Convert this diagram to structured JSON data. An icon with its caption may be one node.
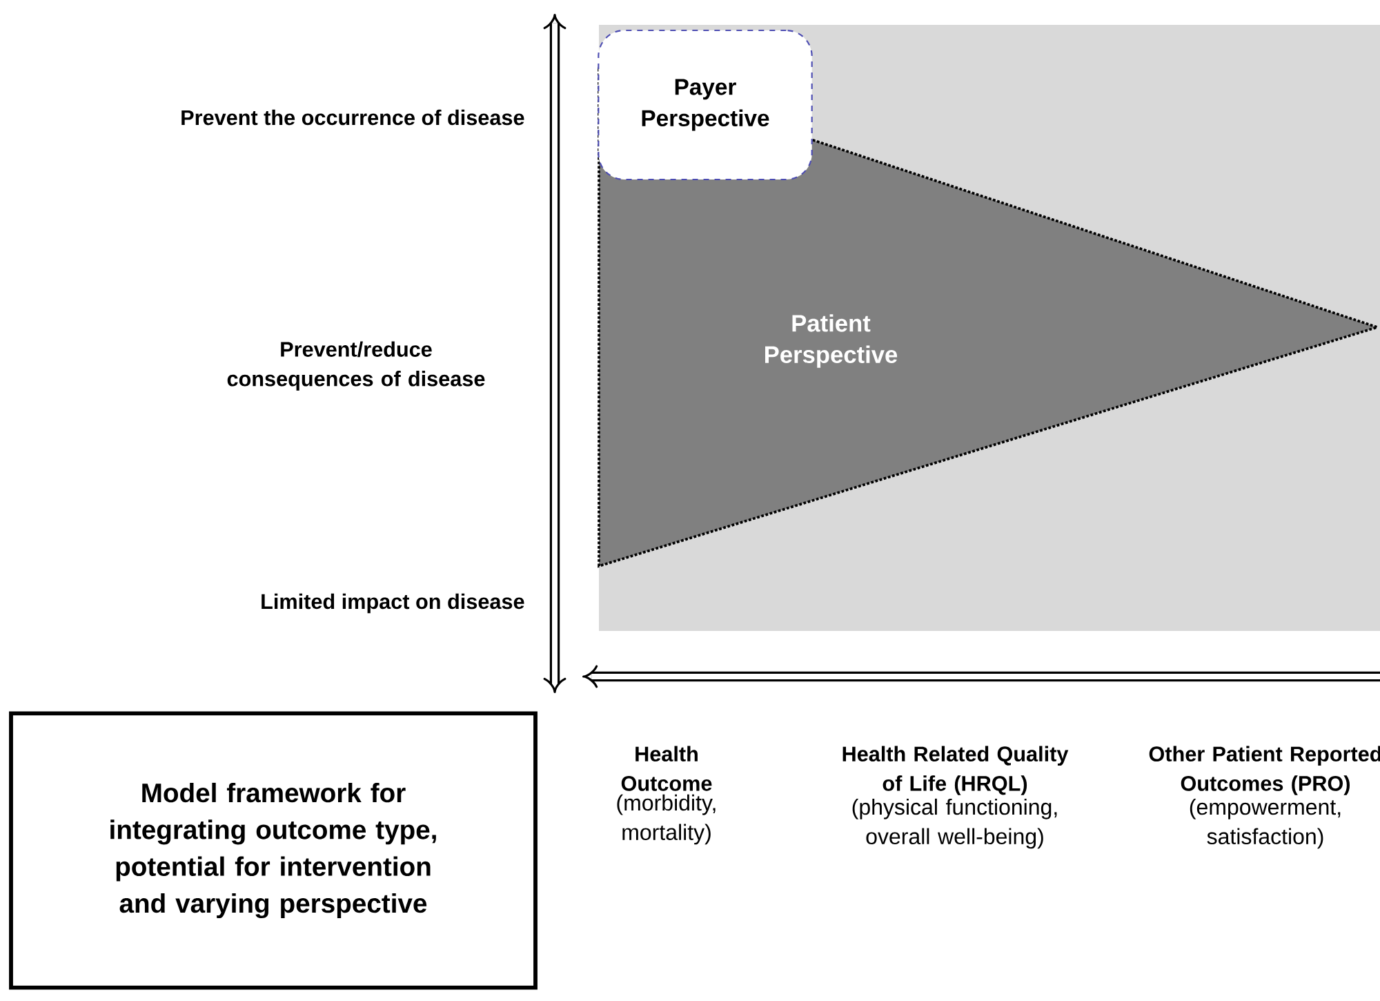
{
  "diagram": {
    "nodes": [
      {
        "text": [
          "Payer Perspective"
        ]
      },
      {
        "text": [
          "Patient Perspective"
        ]
      },
      {
        "text": [
          "Model framework for integrating outcome type, potential for intervention and varying perspective"
        ]
      }
    ],
    "labels": [
      "Prevent the occurrence of disease",
      "Prevent/reduce consequences of disease",
      "Limited impact on disease",
      "Health Outcome",
      "(morbidity, mortality)",
      "Health Related Quality of Life (HRQL)",
      "(physical functioning,  overall well-being)",
      "Other Patient Reported Outcomes (PRO)",
      "(empowerment, satisfaction)"
    ]
  }
}
